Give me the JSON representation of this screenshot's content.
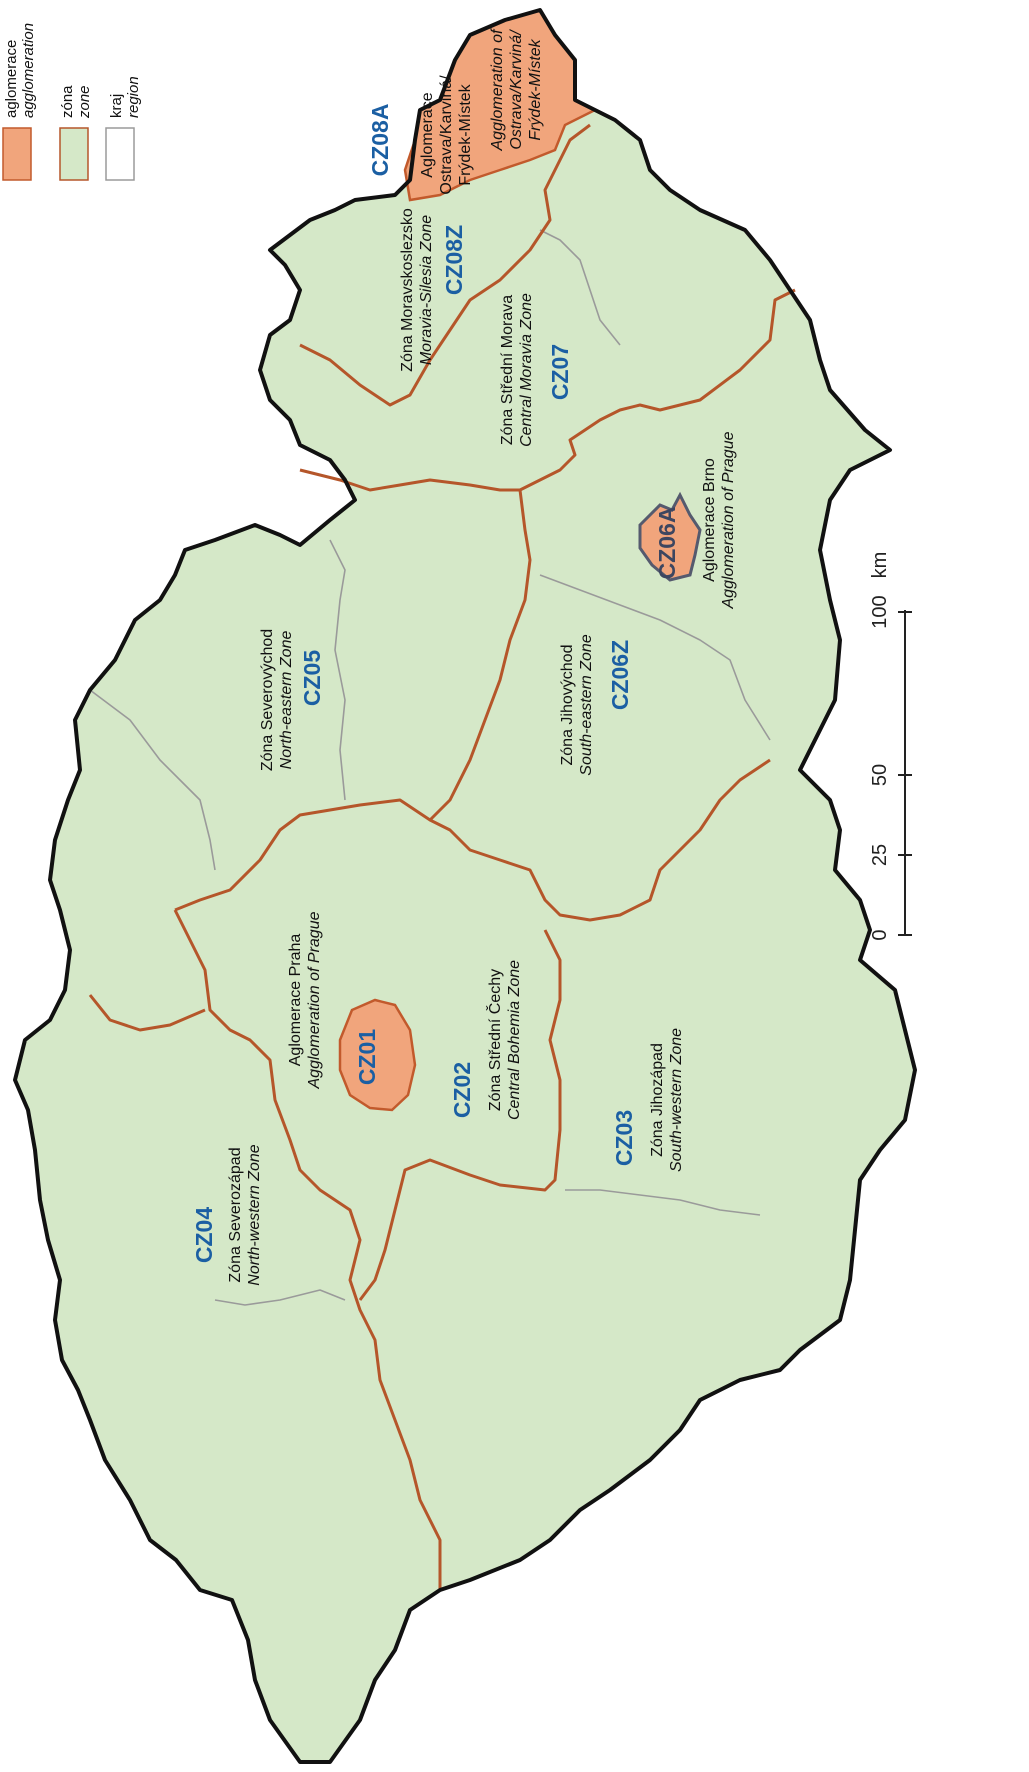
{
  "legend": {
    "agglomeration": {
      "cs": "aglomerace",
      "en": "agglomeration",
      "color": "#f1a57c"
    },
    "zone": {
      "cs": "zóna",
      "en": "zone",
      "color": "#d5e8c8"
    },
    "region": {
      "cs": "kraj",
      "en": "region",
      "color": "#ffffff"
    }
  },
  "zones": [
    {
      "code": "CZ01",
      "cs": "Aglomerace Praha",
      "en": "Agglomeration of Prague"
    },
    {
      "code": "CZ02",
      "cs": "Zóna Střední Čechy",
      "en": "Central Bohemia Zone"
    },
    {
      "code": "CZ03",
      "cs": "Zóna Jihozápad",
      "en": "South-western Zone"
    },
    {
      "code": "CZ04",
      "cs": "Zóna Severozápad",
      "en": "North-western Zone"
    },
    {
      "code": "CZ05",
      "cs": "Zóna Severovýchod",
      "en": "North-eastern Zone"
    },
    {
      "code": "CZ06Z",
      "cs": "Zóna Jihovýchod",
      "en": "South-eastern Zone"
    },
    {
      "code": "CZ06A",
      "cs": "Aglomerace Brno",
      "en": "Agglomeration of Prague"
    },
    {
      "code": "CZ07",
      "cs": "Zóna Střední Morava",
      "en": "Central Moravia Zone"
    },
    {
      "code": "CZ08Z",
      "cs": "Zóna Moravskoslezsko",
      "en": "Moravia-Silesia Zone"
    },
    {
      "code": "CZ08A",
      "cs": "Aglomerace",
      "cs2": "Ostrava/Karviná/",
      "cs3": "Frýdek-Místek",
      "en": "Agglomeration of",
      "en2": "Ostrava/Karviná/",
      "en3": "Frýdek-Místek"
    }
  ],
  "scale": {
    "ticks": [
      "0",
      "25",
      "50",
      "100"
    ],
    "unit": "km"
  },
  "colors": {
    "zone": "#d5e8c8",
    "agglomeration": "#f1a57c",
    "zone_border": "#b5562a",
    "region_border": "#9a9a9a",
    "code": "#1b5fa3"
  }
}
